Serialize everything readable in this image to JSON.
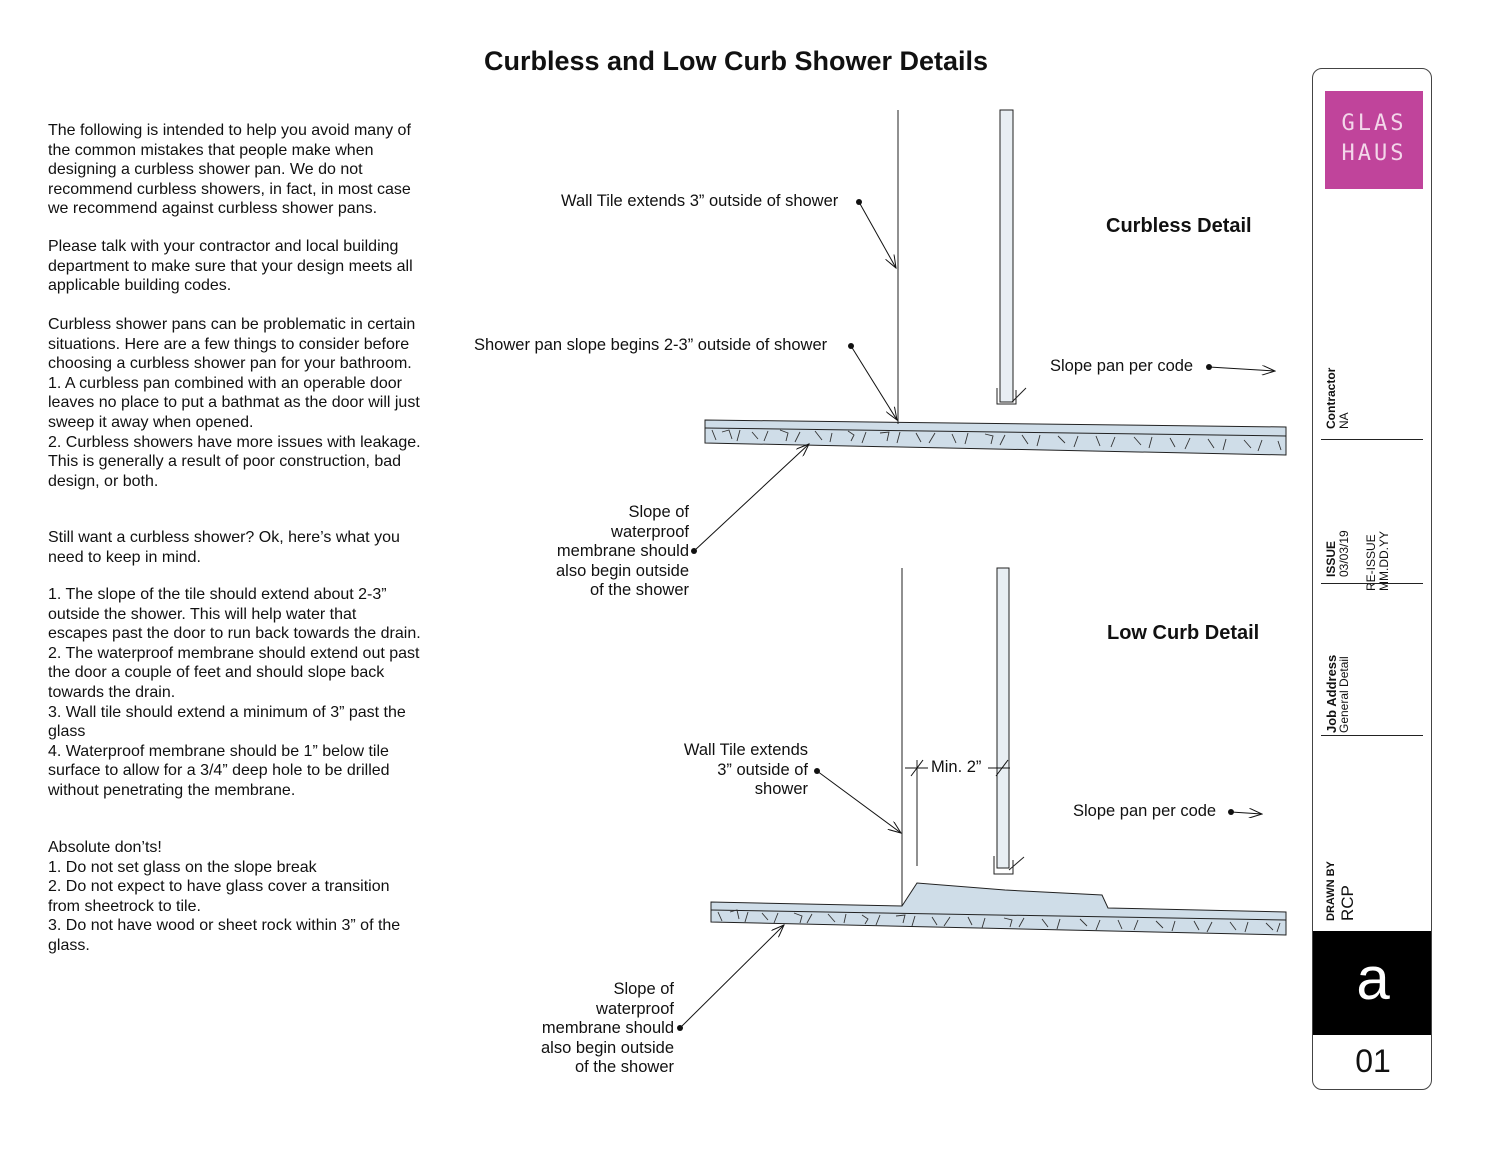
{
  "title": "Curbless and Low Curb Shower Details",
  "intro_paragraphs": [
    {
      "lines": [
        "The following is intended to help you avoid many of",
        "the common mistakes that people make when",
        "designing a curbless shower pan. We do not",
        "recommend curbless showers, in fact, in most case",
        "we recommend against curbless shower pans."
      ]
    },
    {
      "lines": [
        "Please talk with your contractor and local building",
        "department to make sure that your design meets all",
        "applicable building codes."
      ]
    },
    {
      "lines": [
        "Curbless shower pans can be problematic in certain",
        "situations. Here are a few things to consider before",
        "choosing a curbless shower pan for your bathroom.",
        "1. A curbless pan combined with an operable door",
        "leaves no place to put a bathmat as the door will just",
        "sweep it away when opened.",
        "2. Curbless showers have more issues with leakage.",
        "This is generally a result of poor construction, bad",
        "design, or both."
      ]
    },
    {
      "lines": [
        "Still want a curbless shower? Ok, here’s what you",
        "need to keep in mind."
      ]
    },
    {
      "lines": [
        "1. The slope of the tile should extend about 2-3”",
        "outside the shower. This will help water that",
        "escapes past the door to run back towards the drain.",
        "2. The waterproof membrane should extend out past",
        "the door a couple of feet and should slope back",
        "towards the drain.",
        "3. Wall tile should extend a minimum of 3” past the",
        "glass",
        "4. Waterproof membrane should be 1” below tile",
        "surface to allow for a 3/4” deep hole to be drilled",
        "without penetrating the membrane."
      ]
    },
    {
      "lines": [
        "Absolute don’ts!",
        "1. Do not set glass on the slope break",
        "2. Do not expect to have glass cover a transition",
        "from sheetrock to tile.",
        "3. Do not have wood or sheet rock within 3” of the",
        "glass."
      ]
    }
  ],
  "curbless": {
    "title": "Curbless Detail",
    "wall_tile_label": "Wall Tile extends 3” outside of shower",
    "slope_begin_label": "Shower pan slope begins 2-3” outside of shower",
    "slope_code_label": "Slope pan per code",
    "membrane_lines": [
      "Slope of",
      "waterproof",
      "membrane should",
      "also begin outside",
      "of the shower"
    ]
  },
  "low_curb": {
    "title": "Low Curb Detail",
    "wall_tile_lines": [
      "Wall Tile extends",
      "3” outside of",
      "shower"
    ],
    "min_label": "Min. 2”",
    "slope_code_label": "Slope pan per code",
    "membrane_lines": [
      "Slope of",
      "waterproof",
      "membrane should",
      "also begin outside",
      "of the shower"
    ]
  },
  "titleblock": {
    "logo_line1": "GLAS",
    "logo_line2": "HAUS",
    "logo_color": "#c0449b",
    "contractor_label": "Contractor",
    "contractor_value": "NA",
    "issue_label": "ISSUE",
    "issue_date": "03/03/19",
    "reissue_label": "RE-ISSUE",
    "reissue_date": "MM.DD.YY",
    "job_address_label": "Job Address",
    "job_address_value": "General Detail",
    "drawn_by_label": "DRAWN BY",
    "drawn_by_value": "RCP",
    "sheet_letter": "a",
    "sheet_number": "01"
  }
}
